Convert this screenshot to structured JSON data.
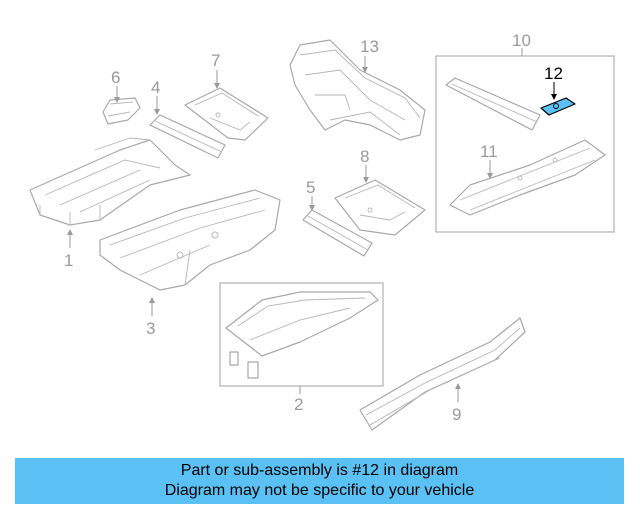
{
  "diagram": {
    "labels": {
      "p1": "1",
      "p2": "2",
      "p3": "3",
      "p4": "4",
      "p5": "5",
      "p6": "6",
      "p7": "7",
      "p8": "8",
      "p9": "9",
      "p10": "10",
      "p11": "11",
      "p12": "12",
      "p13": "13"
    },
    "highlight_color": "#5bc0f4"
  },
  "banner": {
    "line1": "Part or sub-assembly is #12 in diagram",
    "line2": "Diagram may not be specific to your vehicle",
    "background": "#5bc0f4"
  }
}
